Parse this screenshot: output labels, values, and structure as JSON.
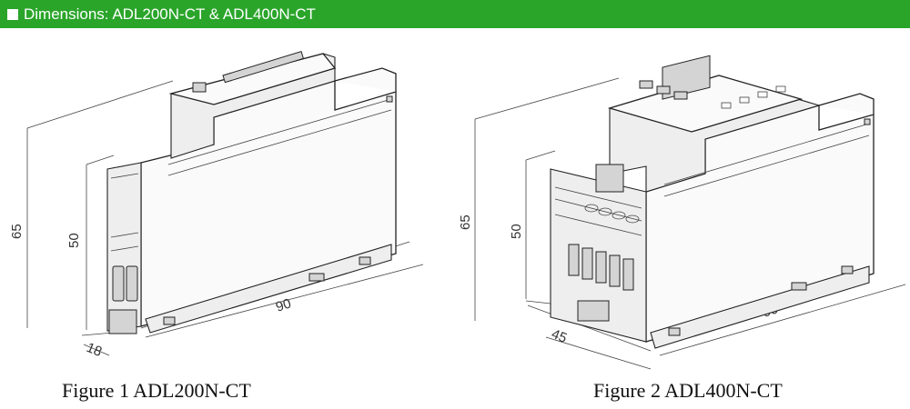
{
  "header": {
    "title": "Dimensions: ADL200N-CT & ADL400N-CT",
    "accent_color": "#2aa52a"
  },
  "figure1": {
    "caption": "Figure 1 ADL200N-CT",
    "dims": {
      "height_total": "65",
      "height_body": "50",
      "length": "90",
      "width": "18"
    }
  },
  "figure2": {
    "caption": "Figure 2 ADL400N-CT",
    "dims": {
      "height_total": "65",
      "height_body": "50",
      "length": "90",
      "width": "45"
    }
  }
}
